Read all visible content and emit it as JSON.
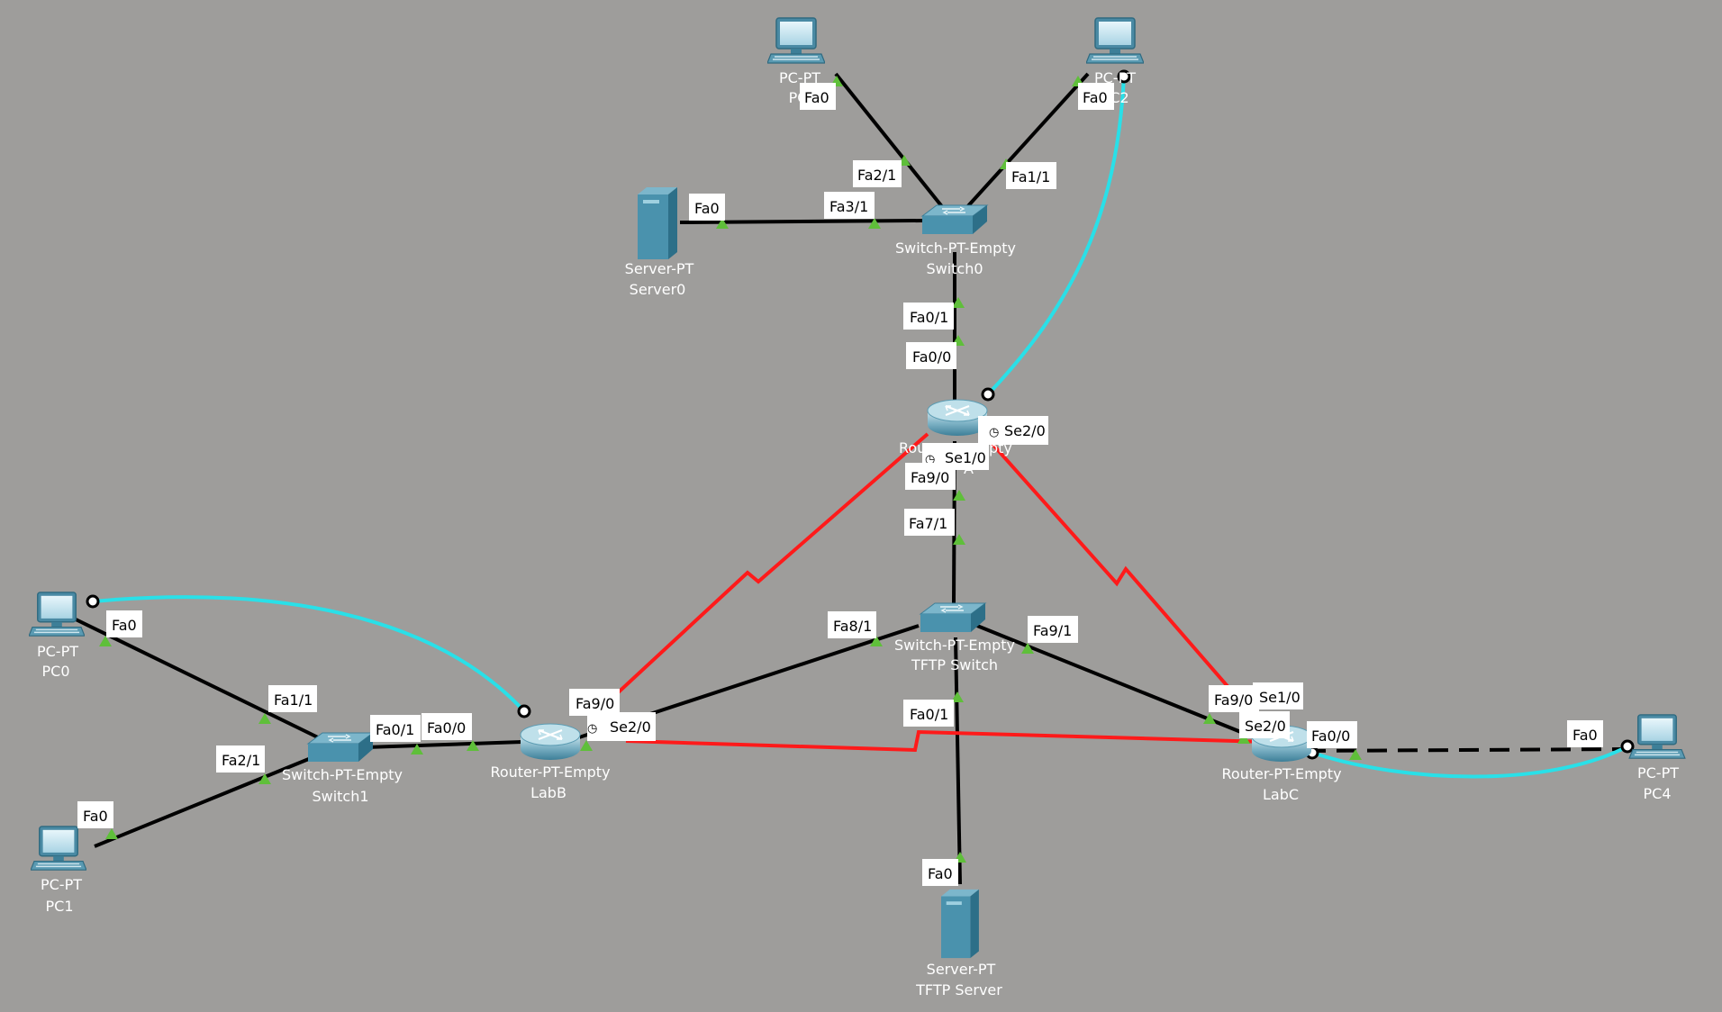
{
  "colors": {
    "background": "#9e9d9b",
    "ethernet": "#000000",
    "serial": "#ff1a1a",
    "console": "#29e0e8",
    "port_up": "#5fbf3a",
    "label_bg": "#ffffff",
    "device": "#3f8fb0"
  },
  "devices": {
    "server0": {
      "type": "Server-PT",
      "name": "Server0",
      "icon": "server-icon"
    },
    "switch0": {
      "type": "Switch-PT-Empty",
      "name": "Switch0",
      "icon": "switch-icon"
    },
    "pc_top_left": {
      "type": "PC-PT",
      "name": "PC",
      "icon": "pc-icon"
    },
    "pc2": {
      "type": "PC-PT",
      "name": "C2",
      "icon": "pc-icon"
    },
    "router_a": {
      "type": "Rou",
      "name": "A",
      "type_tail": "pty",
      "icon": "router-icon"
    },
    "tftp_switch": {
      "type": "Switch-PT-Empty",
      "name": "TFTP Switch",
      "icon": "switch-icon"
    },
    "tftp_server": {
      "type": "Server-PT",
      "name": "TFTP Server",
      "icon": "server-icon"
    },
    "labb": {
      "type": "Router-PT-Empty",
      "name": "LabB",
      "icon": "router-icon"
    },
    "labc": {
      "type": "Router-PT-Empty",
      "name": "LabC",
      "icon": "router-icon"
    },
    "switch1": {
      "type": "Switch-PT-Empty",
      "name": "Switch1",
      "icon": "switch-icon"
    },
    "pc0": {
      "type": "PC-PT",
      "name": "PC0",
      "icon": "pc-icon"
    },
    "pc1": {
      "type": "PC-PT",
      "name": "PC1",
      "icon": "pc-icon"
    },
    "pc4": {
      "type": "PC-PT",
      "name": "PC4",
      "icon": "pc-icon"
    }
  },
  "ports": {
    "pc_top_fa0": "Fa0",
    "pc2_fa0": "Fa0",
    "sw0_fa2_1": "Fa2/1",
    "sw0_fa1_1": "Fa1/1",
    "server0_fa0": "Fa0",
    "sw0_fa3_1": "Fa3/1",
    "sw0_fa0_1": "Fa0/1",
    "ra_fa0_0": "Fa0/0",
    "ra_se2_0": "Se2/0",
    "ra_se1_0": "Se1/0",
    "ra_fa9_0": "Fa9/0",
    "tsw_fa7_1": "Fa7/1",
    "tsw_fa8_1": "Fa8/1",
    "tsw_fa9_1": "Fa9/1",
    "tsw_fa0_1": "Fa0/1",
    "tftp_fa0": "Fa0",
    "labb_fa9_0": "Fa9/0",
    "labb_se2_0": "Se2/0",
    "labb_fa0_0": "Fa0/0",
    "sw1_fa0_1": "Fa0/1",
    "sw1_fa1_1": "Fa1/1",
    "sw1_fa2_1": "Fa2/1",
    "pc0_fa0": "Fa0",
    "pc1_fa0": "Fa0",
    "labc_fa9_0": "Fa9/0",
    "labc_se1_0": "Se1/0",
    "labc_se2_0": "Se2/0",
    "labc_fa0_0": "Fa0/0",
    "pc4_fa0": "Fa0"
  }
}
